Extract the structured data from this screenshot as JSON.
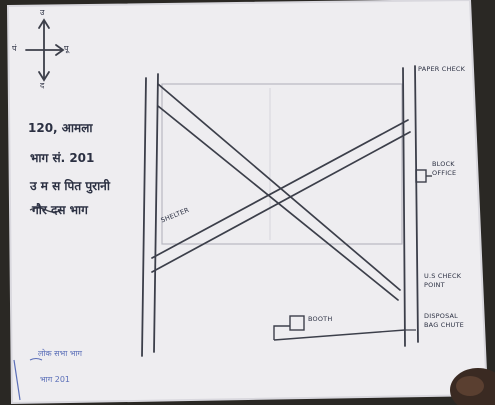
{
  "compass": {
    "north": "उ",
    "south": "द",
    "east": "पू",
    "west": "पं"
  },
  "address_note": {
    "line1": "120, आमला",
    "line2": "भाग सं. 201",
    "line3": "उ म स पित पुरानी",
    "line4": "गौर दस भाग"
  },
  "footer_note": {
    "line1": "लोक सभा भाग",
    "line2": "भाग 201"
  },
  "map_labels": {
    "paper_check": "PAPER CHECK",
    "block_office": "BLOCK OFFICE",
    "booth": "BOOTH",
    "shelter": "SHELTER",
    "us_check": "U.S CHECK POINT",
    "disposal_chute": "DISPOSAL BAG CHUTE"
  },
  "colors": {
    "paper": "#eeedf0",
    "pencil": "#3c3f4a",
    "ink_blue": "#5b6fb8"
  }
}
